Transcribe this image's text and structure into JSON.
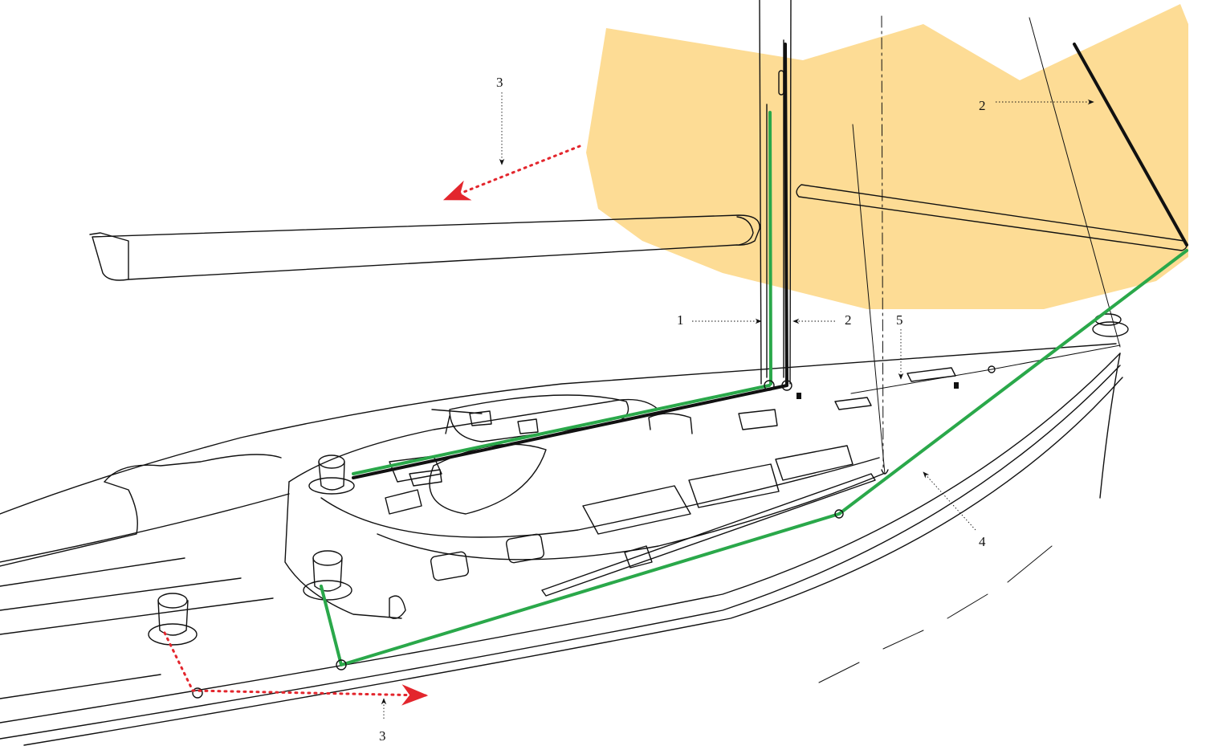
{
  "colors": {
    "sail": "#fddc95",
    "sheet": "#2aa84a",
    "tack_line": "#e3262d",
    "ink": "#111111"
  },
  "labels": {
    "halyard_1": "1",
    "halyard_2": "2",
    "tack_line_top": "3",
    "tack_line_bottom": "3",
    "sheet_4": "4",
    "block_5": "5",
    "luff_2": "2"
  }
}
